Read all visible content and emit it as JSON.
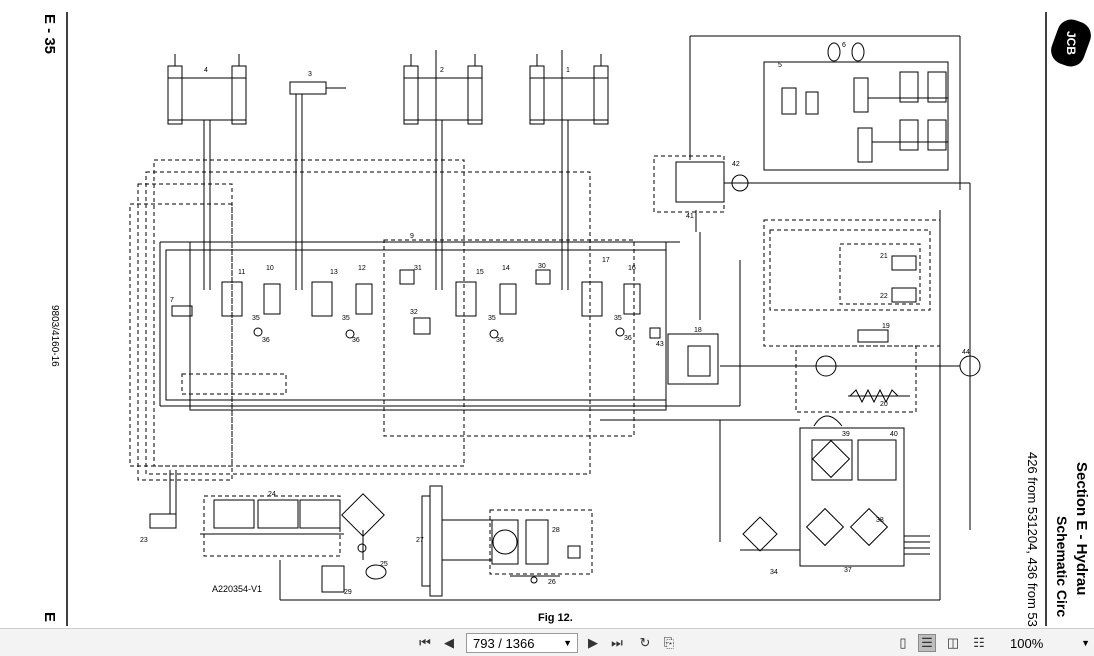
{
  "page": {
    "header_ref": "E - 35",
    "footer_ref": "E",
    "part_number": "9803/4160-16",
    "figure_id": "A220354-V1",
    "figure_caption": "Fig 12.",
    "section_title": "Section E - Hydrau",
    "section_subtitle": "Schematic Circ",
    "model_range": "426 from 531204, 436 from 53",
    "brand": "JCB"
  },
  "diagram": {
    "component_labels": [
      "1",
      "2",
      "3",
      "4",
      "5",
      "6",
      "7",
      "9",
      "10",
      "11",
      "12",
      "13",
      "14",
      "15",
      "16",
      "17",
      "18",
      "19",
      "20",
      "21",
      "22",
      "23",
      "24",
      "25",
      "26",
      "27",
      "28",
      "29",
      "30",
      "31",
      "32",
      "34",
      "35",
      "36",
      "37",
      "38",
      "39",
      "40",
      "41",
      "42",
      "43",
      "44"
    ]
  },
  "toolbar": {
    "current_page": "793",
    "total_pages": "1366",
    "page_display": "793 / 1366",
    "zoom": "100%",
    "icons": [
      "first-page-icon",
      "prev-page-icon",
      "next-page-icon",
      "last-page-icon",
      "rotate-icon",
      "copy-icon",
      "single-page-icon",
      "continuous-icon",
      "facing-icon",
      "text-select-icon",
      "dropdown-icon"
    ]
  }
}
